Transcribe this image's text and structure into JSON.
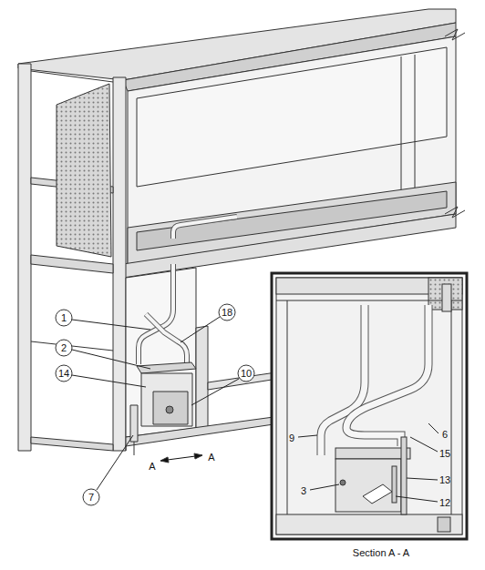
{
  "diagram": {
    "labels": [
      "1",
      "2",
      "14",
      "18",
      "10",
      "7",
      "A",
      "A",
      "9",
      "6",
      "15",
      "3",
      "13",
      "12",
      "Section A - A"
    ]
  }
}
